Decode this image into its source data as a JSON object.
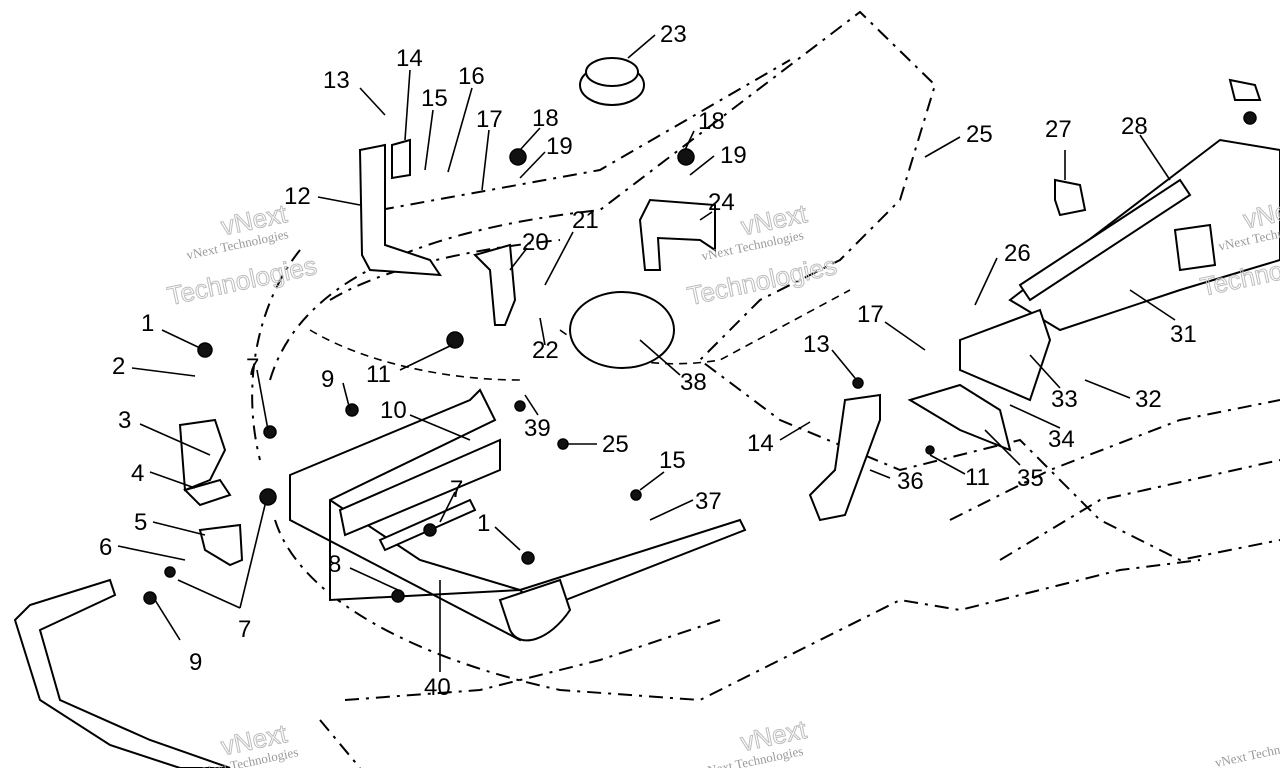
{
  "watermark": {
    "brand": "vNext",
    "line1": "vNext Technologies",
    "line2": "Technologies"
  },
  "callouts": [
    {
      "id": "c13a",
      "text": "13"
    },
    {
      "id": "c14a",
      "text": "14"
    },
    {
      "id": "c15a",
      "text": "15"
    },
    {
      "id": "c16",
      "text": "16"
    },
    {
      "id": "c17a",
      "text": "17"
    },
    {
      "id": "c18a",
      "text": "18"
    },
    {
      "id": "c19a",
      "text": "19"
    },
    {
      "id": "c23",
      "text": "23"
    },
    {
      "id": "c18b",
      "text": "18"
    },
    {
      "id": "c19b",
      "text": "19"
    },
    {
      "id": "c25a",
      "text": "25"
    },
    {
      "id": "c27",
      "text": "27"
    },
    {
      "id": "c28",
      "text": "28"
    },
    {
      "id": "c12",
      "text": "12"
    },
    {
      "id": "c24",
      "text": "24"
    },
    {
      "id": "c21",
      "text": "21"
    },
    {
      "id": "c20",
      "text": "20"
    },
    {
      "id": "c26",
      "text": "26"
    },
    {
      "id": "c31",
      "text": "31"
    },
    {
      "id": "c22",
      "text": "22"
    },
    {
      "id": "c17b",
      "text": "17"
    },
    {
      "id": "c1a",
      "text": "1"
    },
    {
      "id": "c13b",
      "text": "13"
    },
    {
      "id": "c2",
      "text": "2"
    },
    {
      "id": "c11a",
      "text": "11"
    },
    {
      "id": "c38",
      "text": "38"
    },
    {
      "id": "c7a",
      "text": "7"
    },
    {
      "id": "c9a",
      "text": "9"
    },
    {
      "id": "c33",
      "text": "33"
    },
    {
      "id": "c32",
      "text": "32"
    },
    {
      "id": "c10",
      "text": "10"
    },
    {
      "id": "c3",
      "text": "3"
    },
    {
      "id": "c39",
      "text": "39"
    },
    {
      "id": "c25b",
      "text": "25"
    },
    {
      "id": "c14b",
      "text": "14"
    },
    {
      "id": "c34",
      "text": "34"
    },
    {
      "id": "c15b",
      "text": "15"
    },
    {
      "id": "c4",
      "text": "4"
    },
    {
      "id": "c36",
      "text": "36"
    },
    {
      "id": "c11b",
      "text": "11"
    },
    {
      "id": "c35",
      "text": "35"
    },
    {
      "id": "c7b",
      "text": "7"
    },
    {
      "id": "c37",
      "text": "37"
    },
    {
      "id": "c5",
      "text": "5"
    },
    {
      "id": "c1b",
      "text": "1"
    },
    {
      "id": "c6",
      "text": "6"
    },
    {
      "id": "c8",
      "text": "8"
    },
    {
      "id": "c7c",
      "text": "7"
    },
    {
      "id": "c9b",
      "text": "9"
    },
    {
      "id": "c40",
      "text": "40"
    }
  ]
}
